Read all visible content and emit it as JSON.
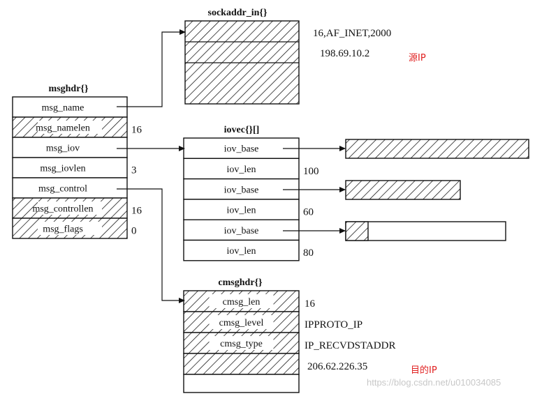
{
  "sockaddr": {
    "title": "sockaddr_in{}",
    "value1": "16,AF_INET,2000",
    "value2": "198.69.10.2",
    "note": "源IP"
  },
  "msghdr": {
    "title": "msghdr{}",
    "fields": [
      "msg_name",
      "msg_namelen",
      "msg_iov",
      "msg_iovlen",
      "msg_control",
      "msg_controllen",
      "msg_flags"
    ],
    "values": [
      "",
      "16",
      "",
      "3",
      "",
      "16",
      "0"
    ]
  },
  "iovec": {
    "title": "iovec{}[]",
    "fields": [
      "iov_base",
      "iov_len",
      "iov_base",
      "iov_len",
      "iov_base",
      "iov_len"
    ],
    "values": [
      "",
      "100",
      "",
      "60",
      "",
      "80"
    ]
  },
  "cmsghdr": {
    "title": "cmsghdr{}",
    "fields": [
      "cmsg_len",
      "cmsg_level",
      "cmsg_type"
    ],
    "values": [
      "16",
      "IPPROTO_IP",
      "IP_RECVDSTADDR"
    ],
    "address": "206.62.226.35",
    "note": "目的IP"
  },
  "watermark": "https://blog.csdn.net/u010034085"
}
